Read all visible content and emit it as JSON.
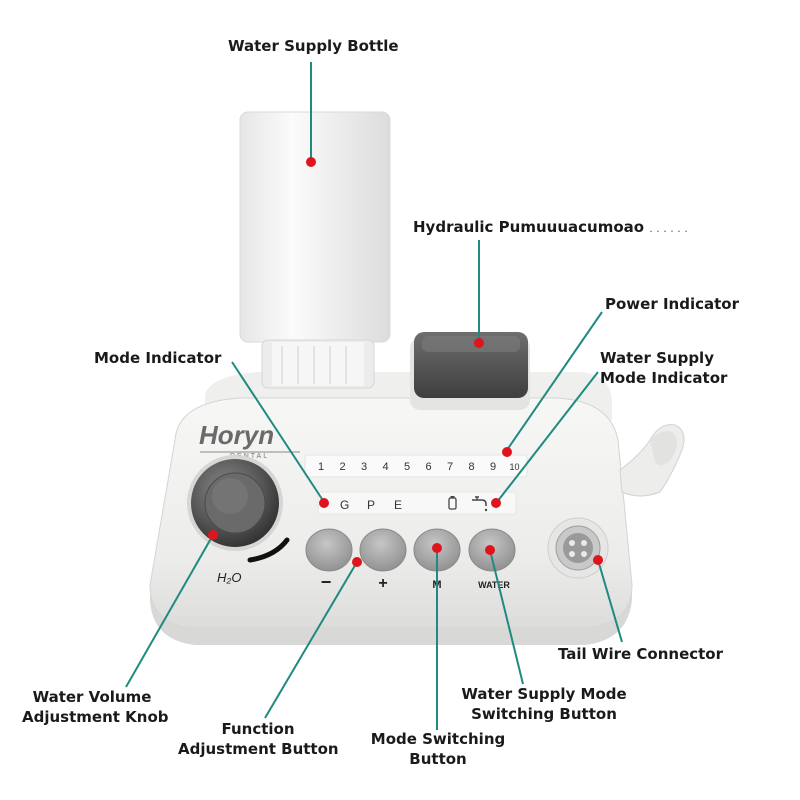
{
  "brand": {
    "name": "Horyn",
    "sub": "DENTAL",
    "colors": {
      "leader": "#1f8a80",
      "dot": "#e0141e",
      "body": "#f2f2f0"
    }
  },
  "scale_numbers": [
    "1",
    "2",
    "3",
    "4",
    "5",
    "6",
    "7",
    "8",
    "9",
    "10"
  ],
  "mode_letters": [
    "G",
    "P",
    "E"
  ],
  "knob_label": "H₂O",
  "buttons": [
    {
      "label": "−"
    },
    {
      "label": "+"
    },
    {
      "label": "M"
    },
    {
      "label": "WATER"
    }
  ],
  "callouts": {
    "water_bottle": "Water Supply Bottle",
    "hydraulic_pump": "Hydraulic Pumuuuacumoao",
    "hydraulic_pump_tail": ". . . . . .",
    "power_indicator": "Power Indicator",
    "mode_indicator": "Mode Indicator",
    "water_mode_indicator_1": "Water Supply",
    "water_mode_indicator_2": "Mode Indicator",
    "tail_wire": "Tail Wire Connector",
    "water_knob_1": "Water Volume",
    "water_knob_2": "Adjustment Knob",
    "function_btn_1": "Function",
    "function_btn_2": "Adjustment Button",
    "mode_btn_1": "Mode Switching",
    "mode_btn_2": "Button",
    "water_mode_btn_1": "Water Supply Mode",
    "water_mode_btn_2": "Switching Button"
  }
}
